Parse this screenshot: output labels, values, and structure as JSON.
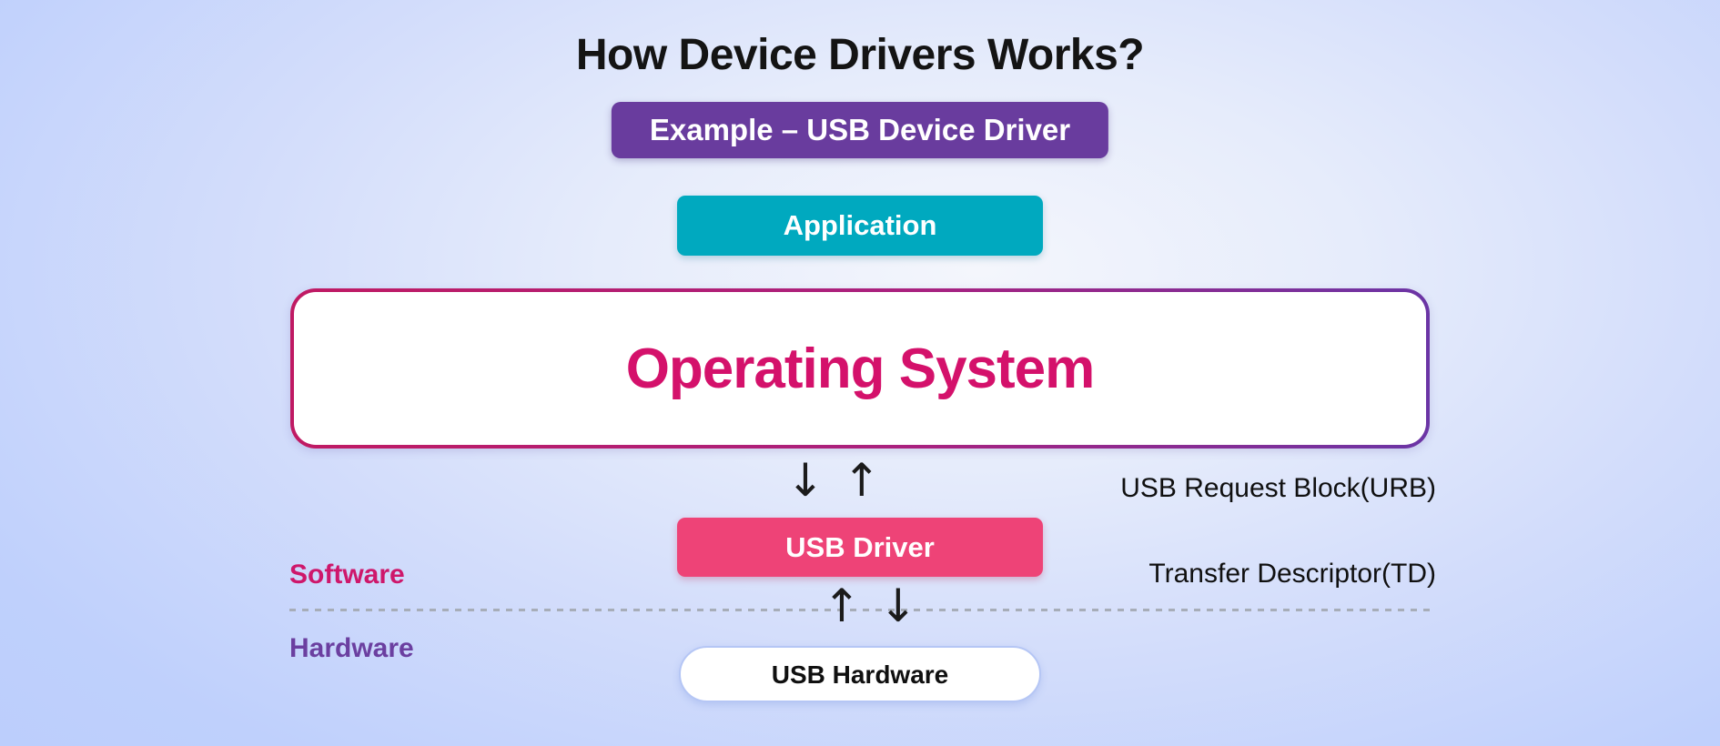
{
  "title": "How Device Drivers Works?",
  "badge": {
    "label": "Example – USB Device Driver",
    "bg": "#693C9E"
  },
  "nodes": {
    "application": {
      "label": "Application",
      "bg": "#00A9BF"
    },
    "operating_system": {
      "label": "Operating System",
      "text_color": "#D4116B"
    },
    "usb_driver": {
      "label": "USB Driver",
      "bg": "#EE4377"
    },
    "usb_hardware": {
      "label": "USB Hardware",
      "border": "#B5C6F5"
    }
  },
  "annotations": {
    "urb": "USB Request Block(URB)",
    "td": "Transfer Descriptor(TD)",
    "software": "Software",
    "hardware": "Hardware"
  },
  "icons": {
    "down_arrow": "↓",
    "up_arrow": "↑"
  },
  "colors": {
    "background_center": "#F4F6FC",
    "background_edge": "#BCCEFC",
    "title_text": "#141414",
    "os_border_left": "#C01A63",
    "os_border_right": "#6B35A5",
    "software_text": "#CE176B",
    "hardware_text": "#6B3FA0",
    "divider": "#A7ADB8"
  }
}
